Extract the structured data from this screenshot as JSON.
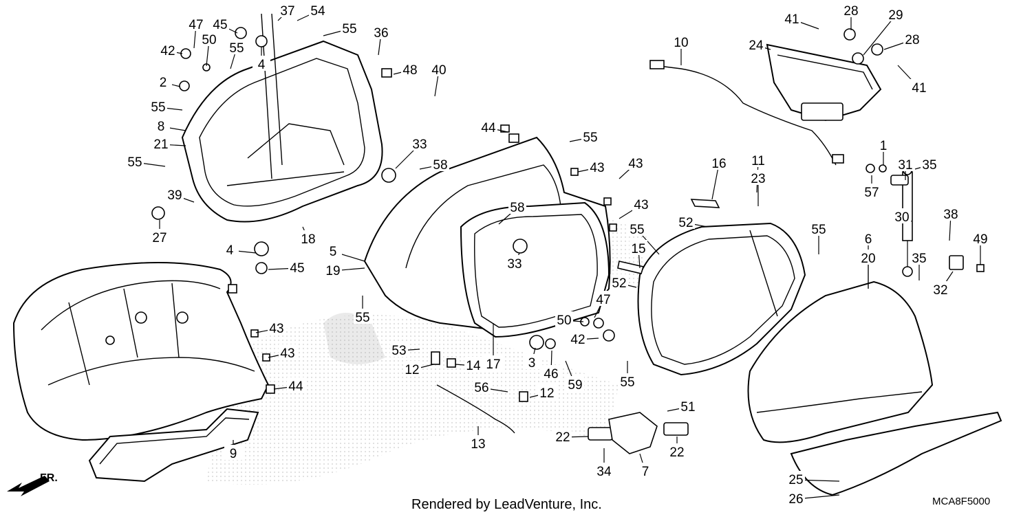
{
  "footer": {
    "rendered_by": "Rendered by LeadVenture, Inc.",
    "diagram_code": "MCA8F5000",
    "front_arrow": "FR."
  },
  "colors": {
    "ink": "#000000",
    "paper": "#ffffff",
    "watermark": "#e6e6e6"
  },
  "callouts": [
    "37",
    "54",
    "45",
    "47",
    "4",
    "55",
    "36",
    "42",
    "50",
    "55",
    "48",
    "40",
    "2",
    "55",
    "8",
    "21",
    "55",
    "33",
    "58",
    "39",
    "27",
    "18",
    "4",
    "45",
    "44",
    "55",
    "43",
    "58",
    "5",
    "19",
    "33",
    "55",
    "47",
    "50",
    "42",
    "53",
    "12",
    "14",
    "17",
    "3",
    "46",
    "59",
    "56",
    "12",
    "13",
    "22",
    "34",
    "7",
    "51",
    "22",
    "43",
    "43",
    "44",
    "9",
    "10",
    "41",
    "28",
    "29",
    "24",
    "28",
    "41",
    "1",
    "31",
    "35",
    "57",
    "43",
    "43",
    "16",
    "11",
    "23",
    "55",
    "52",
    "55",
    "15",
    "52",
    "55",
    "6",
    "20",
    "30",
    "38",
    "49",
    "35",
    "32",
    "25",
    "26"
  ]
}
